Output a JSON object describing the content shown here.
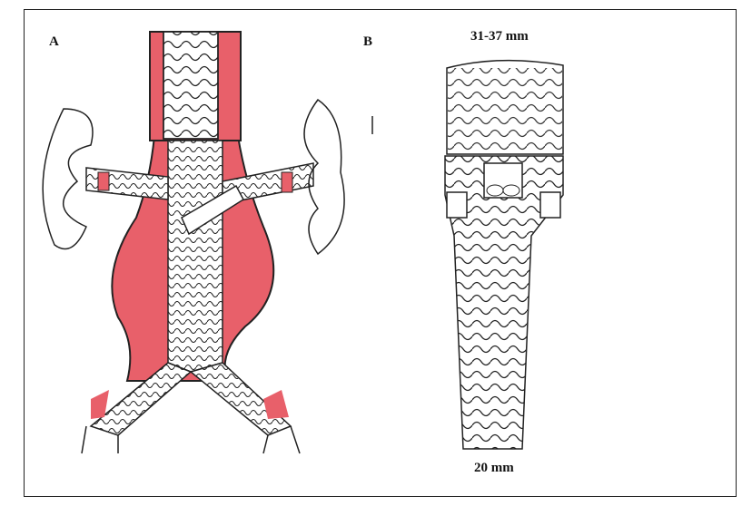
{
  "panels": [
    {
      "label": "A"
    },
    {
      "label": "B",
      "top_dimension": "31-37 mm",
      "bottom_dimension": "20 mm"
    }
  ],
  "colors": {
    "aneurysm_sac": "#e8606a",
    "ink": "#222222"
  }
}
